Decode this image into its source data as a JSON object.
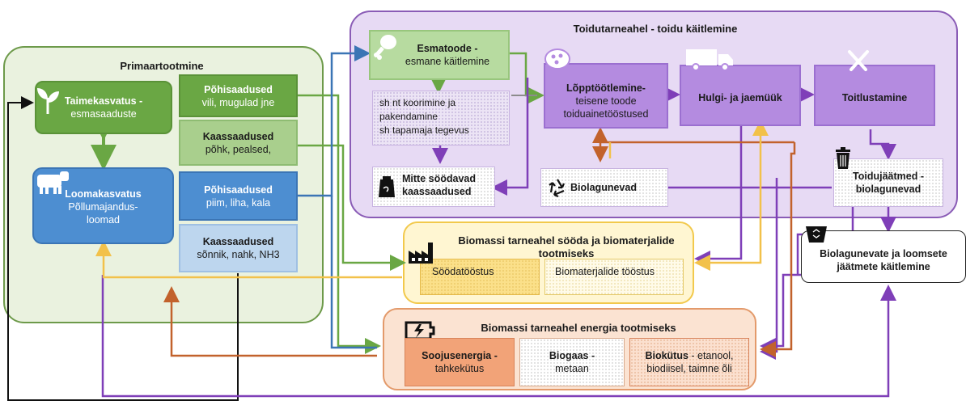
{
  "primary": {
    "title": "Primaartootmine",
    "plant": {
      "title": "Taimekasvatus -",
      "sub": "esmasaaduste"
    },
    "animal": {
      "title": "Loomakasvatus",
      "sub1": "Põllumajandus-",
      "sub2": "loomad"
    },
    "main_plant": {
      "title": "Põhisaadused",
      "sub": "vili, mugulad jne"
    },
    "by_plant": {
      "title": "Kaassaadused",
      "sub": "põhk, pealsed,"
    },
    "main_animal": {
      "title": "Põhisaadused",
      "sub": "piim, liha, kala"
    },
    "by_animal": {
      "title": "Kaassaadused",
      "sub": "sõnnik, nahk, NH3"
    }
  },
  "food": {
    "title": "Toidutarneahel - toidu käitlemine",
    "first": {
      "title": "Esmatoode -",
      "sub": "esmane käitlemine"
    },
    "processing": {
      "l1": "sh nt koorimine ja",
      "l2": "pakendamine",
      "l3": "sh tapamaja tegevus"
    },
    "nonfood": {
      "l1": "Mitte söödavad",
      "l2": "kaassaadused"
    },
    "final": {
      "l1": "Lõpptöötlemine-",
      "l2": "teisene toode",
      "l3": "toiduainetööstused"
    },
    "biodeg": "Biolagunevad",
    "wholesale": "Hulgi- ja jaemüük",
    "catering": "Toitlustamine",
    "waste": {
      "l1": "Toidujäätmed -",
      "l2": "biolagunevad"
    }
  },
  "feed": {
    "title1": "Biomassi tarneahel sööda ja biomaterjalide",
    "title2": "tootmiseks",
    "feed_industry": "Söödatööstus",
    "biomaterial": "Biomaterjalide tööstus"
  },
  "energy": {
    "title": "Biomassi tarneahel energia tootmiseks",
    "heat": {
      "title": "Soojusenergia -",
      "sub": "tahkekütus"
    },
    "biogas": {
      "title": "Biogaas -",
      "sub": "metaan"
    },
    "biofuel": {
      "title": "Biokütus",
      "rest": " - etanool,",
      "sub": "biodiisel, taimne õli"
    }
  },
  "treatment": {
    "l1": "Biolagunevate ja loomsete",
    "l2": "jäätmete käitlemine"
  },
  "colors": {
    "green": "#6aa744",
    "light_green": "#e9f2dd",
    "blue": "#3b75b5",
    "light_blue": "#bdd6ee",
    "purple": "#7f3fb8",
    "lavender": "#e8dcf4",
    "orange": "#c2622c",
    "yellow": "#f7cd5a",
    "black": "#111111"
  }
}
